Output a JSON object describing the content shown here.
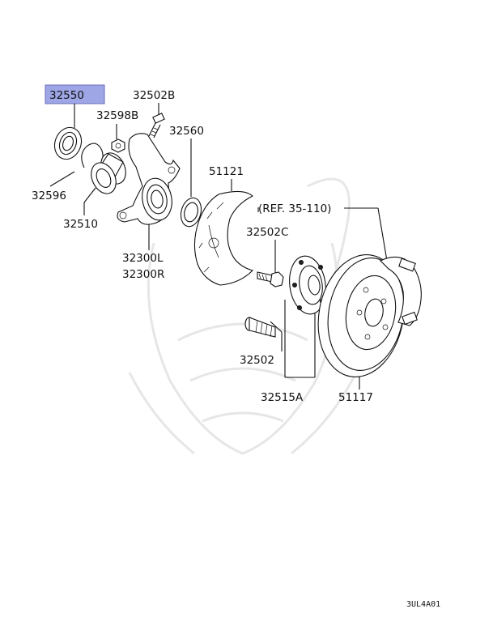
{
  "diagram": {
    "highlight_color": "#9ea6e6",
    "labels": {
      "p32550": "32550",
      "p32502b": "32502B",
      "p32598b": "32598B",
      "p32560": "32560",
      "p51121": "51121",
      "p32596": "32596",
      "p32510": "32510",
      "p32300l": "32300L",
      "p32300r": "32300R",
      "p32502c": "32502C",
      "ref": "(REF. 35-110)",
      "p32502": "32502",
      "p32515a": "32515A",
      "p51117": "51117"
    },
    "diagram_code": "3UL4A01"
  }
}
